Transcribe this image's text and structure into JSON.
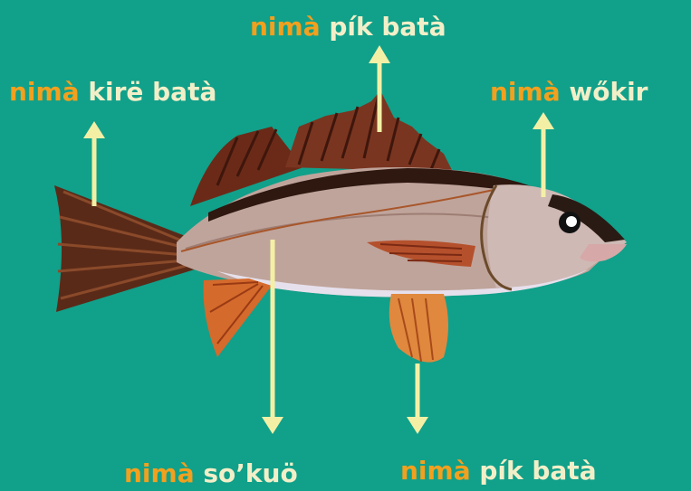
{
  "colors": {
    "background": "#11A08A",
    "label_prefix": "#F2A01E",
    "label_text": "#F2EFC8",
    "arrow": "#F3F0A6"
  },
  "labels": {
    "top_dorsal": {
      "prefix": "nimà",
      "text": "pík batà"
    },
    "tail_fin": {
      "prefix": "nimà",
      "text": "kirë batà"
    },
    "head": {
      "prefix": "nimà",
      "text": "wőkir"
    },
    "lateral_line": {
      "prefix": "nimà",
      "text": "so’kuö"
    },
    "bottom_fin": {
      "prefix": "nimà",
      "text": "pík batà"
    }
  }
}
